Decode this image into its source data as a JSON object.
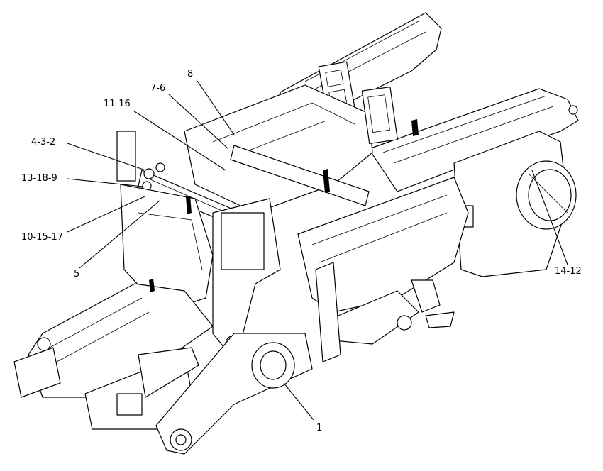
{
  "callouts": [
    {
      "id": "c-8",
      "text": "8"
    },
    {
      "id": "c-7-6",
      "text": "7-6"
    },
    {
      "id": "c-11-16",
      "text": "11-16"
    },
    {
      "id": "c-4-3-2",
      "text": "4-3-2"
    },
    {
      "id": "c-13-18-9",
      "text": "13-18-9"
    },
    {
      "id": "c-10-15-17",
      "text": "10-15-17"
    },
    {
      "id": "c-5",
      "text": "5"
    },
    {
      "id": "c-14-12",
      "text": "14-12"
    },
    {
      "id": "c-1",
      "text": "1"
    }
  ]
}
